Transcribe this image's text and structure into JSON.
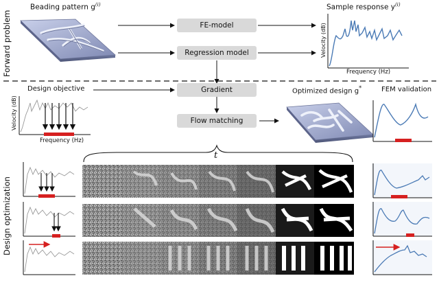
{
  "sections": {
    "forward_problem": "Forward problem",
    "design_optimization": "Design optimization"
  },
  "labels": {
    "beading_pattern": "Beading pattern g",
    "beading_sup": "(i)",
    "sample_response": "Sample response y",
    "sample_sup": "(i)",
    "design_objective": "Design objective",
    "optimized_design": "Optimized design g",
    "optimized_sup": "*",
    "fem_validation": "FEM validation",
    "t_axis": "t"
  },
  "boxes": {
    "fe_model": "FE-model",
    "regression_model": "Regression model",
    "gradient": "Gradient",
    "flow_matching": "Flow matching"
  },
  "axes": {
    "velocity": "Velocity (dB)",
    "frequency": "Frequency (Hz)"
  },
  "colors": {
    "curve": "#4a7ab5",
    "target": "#d62020",
    "box": "#d9d9d9"
  }
}
